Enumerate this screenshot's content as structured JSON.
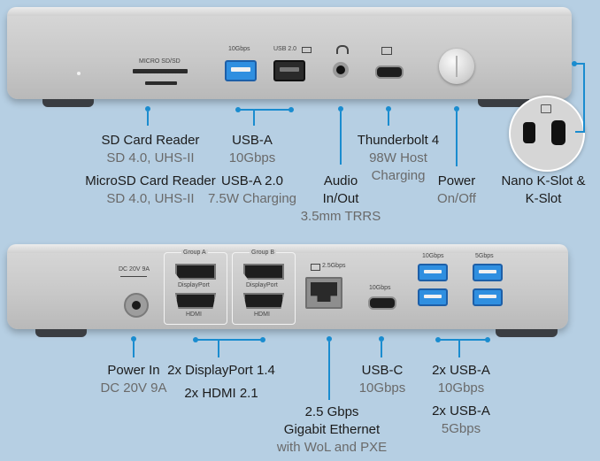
{
  "front": {
    "labels": {
      "micro_sd_sd": "MICRO SD/SD",
      "usb_10gbps": "10Gbps",
      "usb2_label": "USB 2.0"
    }
  },
  "back": {
    "labels": {
      "dc_power": "DC 20V 9A",
      "group_a": "Group A",
      "group_b": "Group B",
      "displayport": "DisplayPort",
      "hdmi": "HDMI",
      "ethernet_speed": "2.5Gbps",
      "usbc_speed": "10Gbps",
      "usba_10": "10Gbps",
      "usba_5": "5Gbps"
    }
  },
  "callouts": {
    "sd_title": "SD Card Reader",
    "sd_sub": "SD 4.0, UHS-II",
    "microsd_title": "MicroSD Card Reader",
    "microsd_sub": "SD 4.0, UHS-II",
    "usba_title": "USB-A",
    "usba_sub": "10Gbps",
    "usba2_title": "USB-A 2.0",
    "usba2_sub": "7.5W Charging",
    "audio_title1": "Audio",
    "audio_title2": "In/Out",
    "audio_sub": "3.5mm TRRS",
    "tb4_title": "Thunderbolt 4",
    "tb4_sub1": "98W Host",
    "tb4_sub2": "Charging",
    "power_title": "Power",
    "power_sub": "On/Off",
    "kslot_title1": "Nano K-Slot &",
    "kslot_title2": "K-Slot",
    "powerin_title": "Power In",
    "powerin_sub": "DC 20V 9A",
    "dp_title": "2x DisplayPort 1.4",
    "hdmi_title": "2x HDMI 2.1",
    "eth_title1": "2.5 Gbps",
    "eth_title2": "Gigabit Ethernet",
    "eth_sub": "with WoL and PXE",
    "usbc_title": "USB-C",
    "usbc_sub": "10Gbps",
    "usba10_title": "2x USB-A",
    "usba10_sub": "10Gbps",
    "usba5_title": "2x USB-A",
    "usba5_sub": "5Gbps"
  },
  "colors": {
    "background": "#b6cfe3",
    "callout_line": "#1a8ccf",
    "usb_blue": "#2f8fe0"
  }
}
